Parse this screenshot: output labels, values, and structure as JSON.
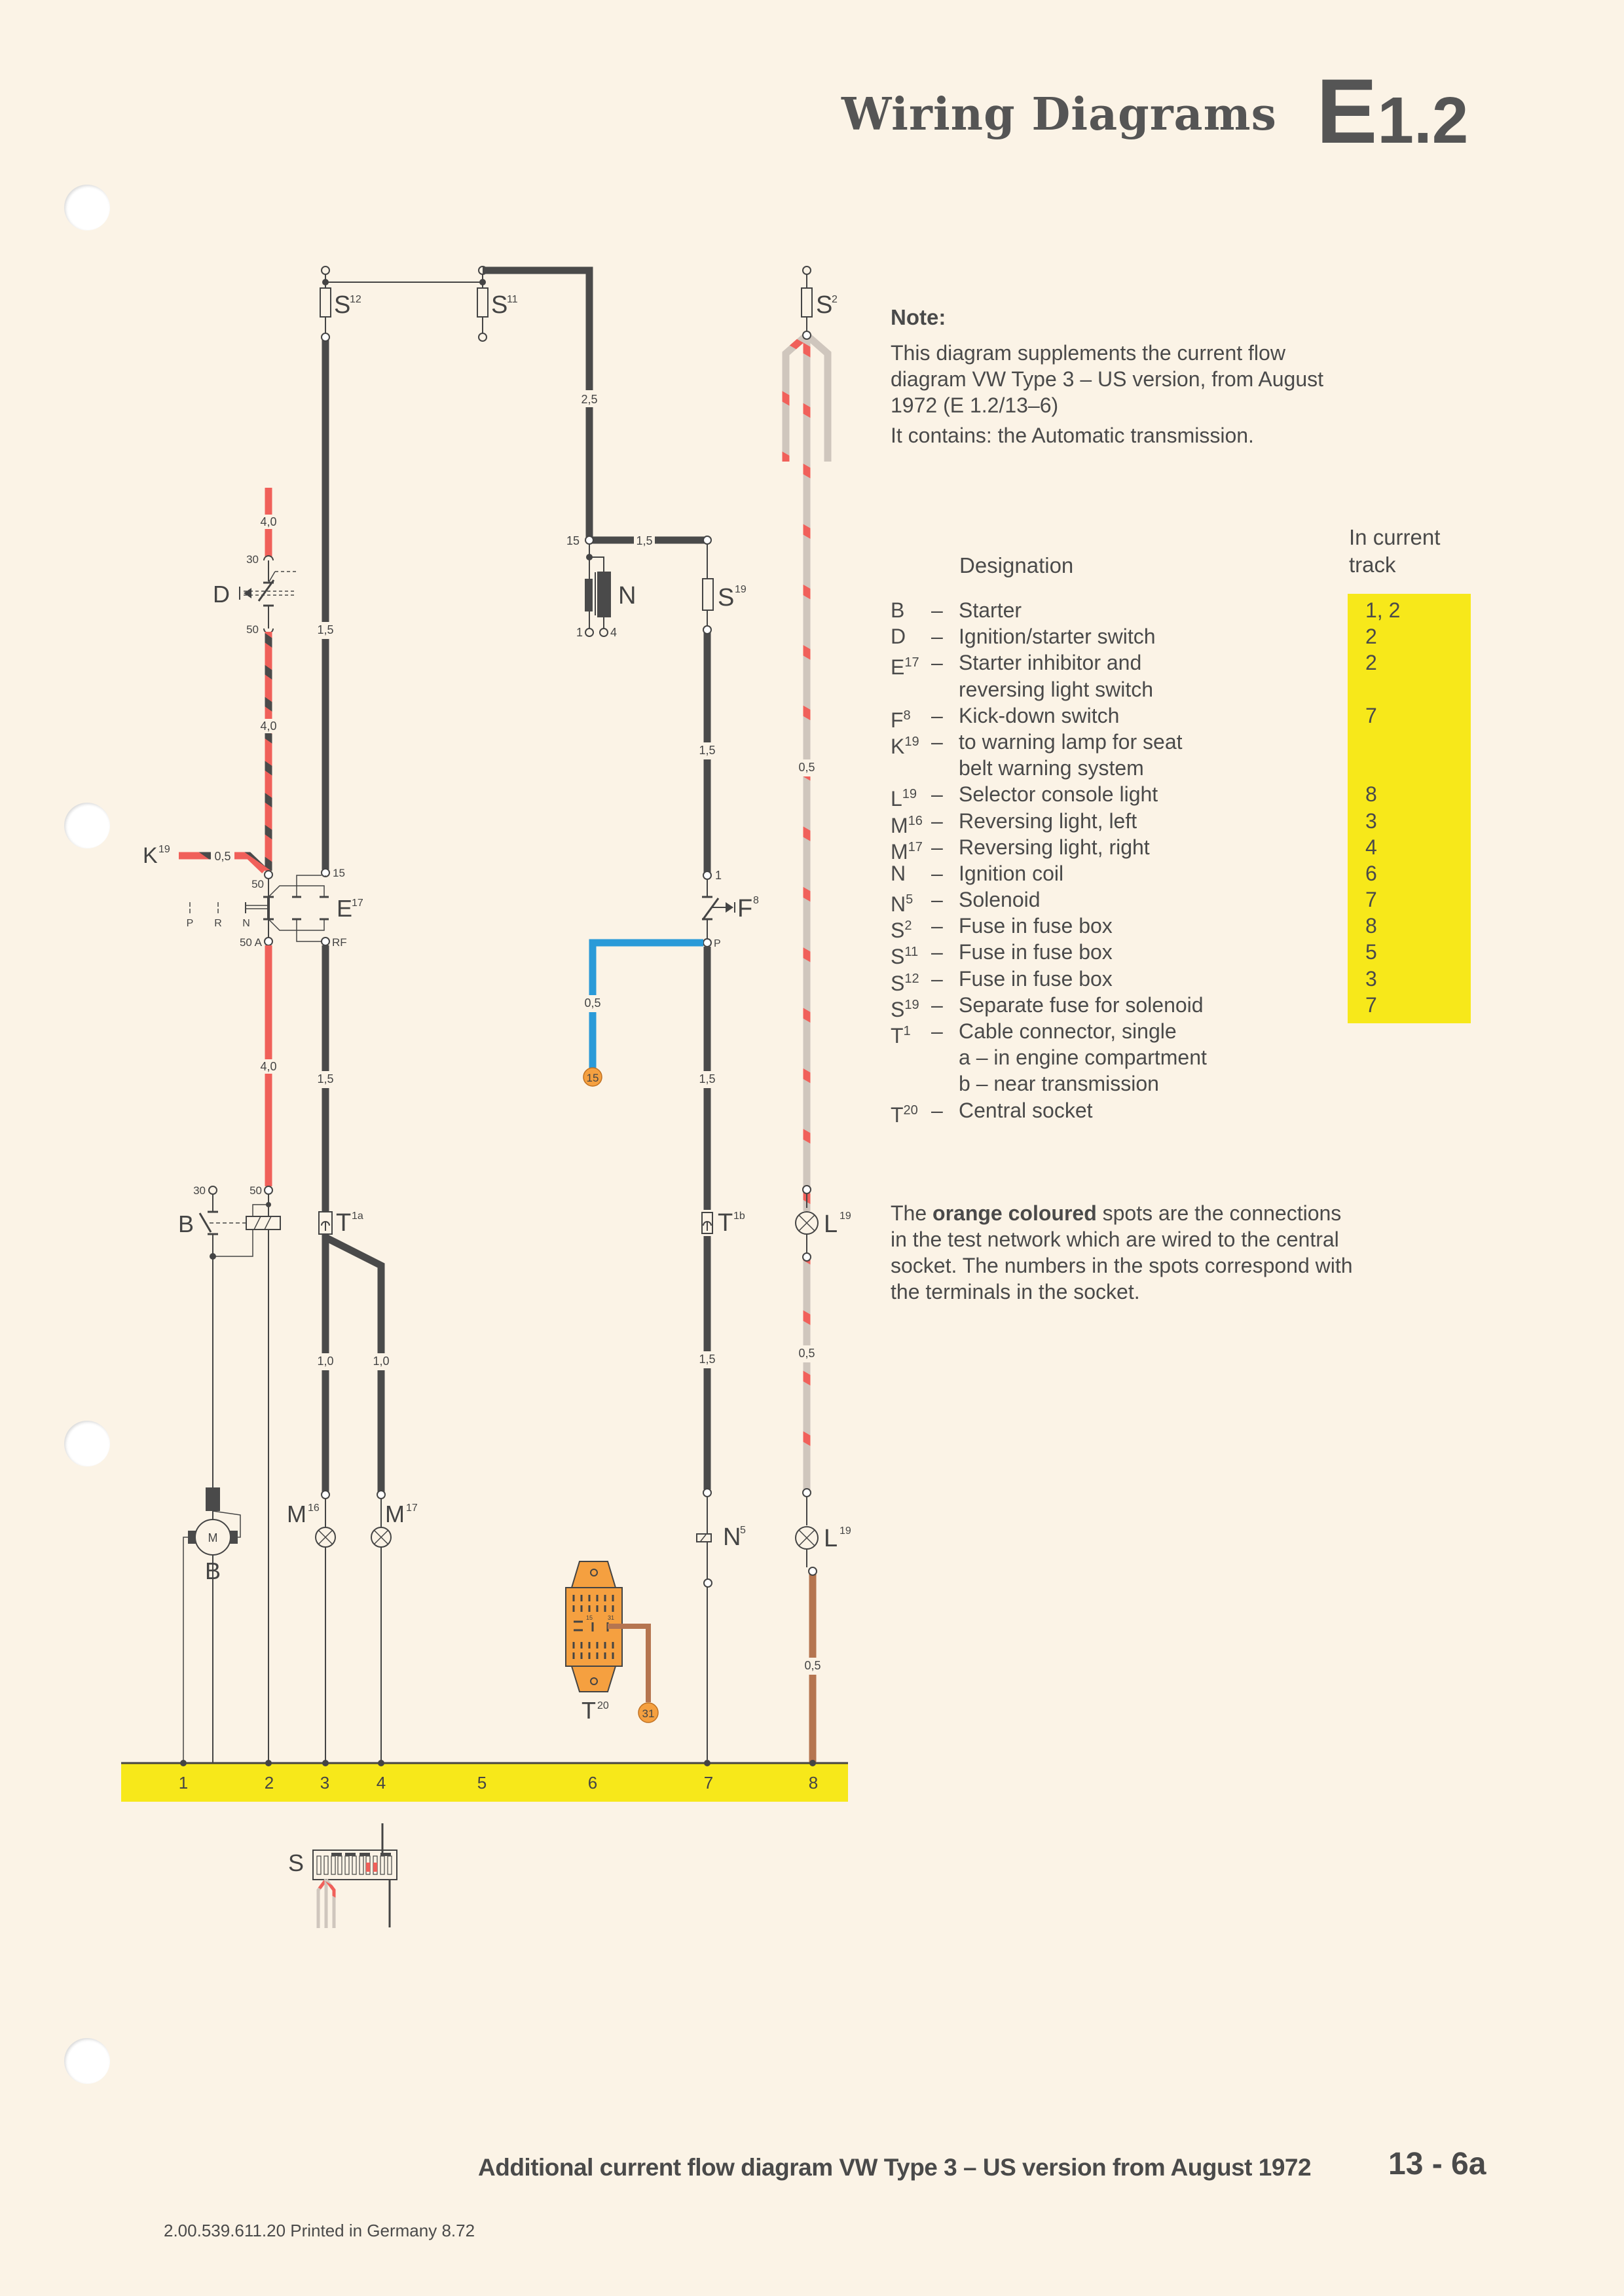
{
  "header": {
    "title": "Wiring Diagrams",
    "section_letter": "E",
    "section_number": "1.2"
  },
  "note": {
    "heading": "Note:",
    "paragraph_1": "This diagram supplements the current flow diagram VW Type 3 – US version, from August 1972 (E 1.2/13–6)",
    "paragraph_2": "It contains: the Automatic transmission."
  },
  "legend": {
    "designation_header": "Designation",
    "track_header_line1": "In current",
    "track_header_line2": "track",
    "rows": [
      {
        "code": "B",
        "sup": "",
        "desc": "Starter",
        "track": "1, 2"
      },
      {
        "code": "D",
        "sup": "",
        "desc": "Ignition/starter switch",
        "track": "2"
      },
      {
        "code": "E",
        "sup": "17",
        "desc": "Starter inhibitor and",
        "track": "2"
      },
      {
        "code": "",
        "sup": "",
        "desc": "reversing light switch",
        "track": ""
      },
      {
        "code": "F",
        "sup": "8",
        "desc": "Kick-down switch",
        "track": "7"
      },
      {
        "code": "K",
        "sup": "19",
        "desc": "to warning lamp for seat",
        "track": ""
      },
      {
        "code": "",
        "sup": "",
        "desc": "belt warning system",
        "track": ""
      },
      {
        "code": "L",
        "sup": "19",
        "desc": "Selector console light",
        "track": "8"
      },
      {
        "code": "M",
        "sup": "16",
        "desc": "Reversing light, left",
        "track": "3"
      },
      {
        "code": "M",
        "sup": "17",
        "desc": "Reversing light, right",
        "track": "4"
      },
      {
        "code": "N",
        "sup": "",
        "desc": "Ignition coil",
        "track": "6"
      },
      {
        "code": "N",
        "sup": "5",
        "desc": "Solenoid",
        "track": "7"
      },
      {
        "code": "S",
        "sup": "2",
        "desc": "Fuse in fuse box",
        "track": "8"
      },
      {
        "code": "S",
        "sup": "11",
        "desc": "Fuse in fuse box",
        "track": "5"
      },
      {
        "code": "S",
        "sup": "12",
        "desc": "Fuse in fuse box",
        "track": "3"
      },
      {
        "code": "S",
        "sup": "19",
        "desc": "Separate fuse for solenoid",
        "track": "7"
      },
      {
        "code": "T",
        "sup": "1",
        "desc": "Cable connector, single",
        "track": ""
      },
      {
        "code": "",
        "sup": "",
        "desc": "a – in engine compartment",
        "track": ""
      },
      {
        "code": "",
        "sup": "",
        "desc": "b – near transmission",
        "track": ""
      },
      {
        "code": "T",
        "sup": "20",
        "desc": "Central socket",
        "track": ""
      }
    ]
  },
  "info": {
    "prefix": "The ",
    "bold": "orange coloured",
    "suffix": " spots are the connections in the test network which are wired to the central socket. The numbers in the spots correspond with the terminals in the socket."
  },
  "footer": {
    "title": "Additional current flow diagram VW Type 3 – US version from August 1972",
    "page": "13 - 6a",
    "print_code": "2.00.539.611.20 Printed in Germany 8.72"
  },
  "colors": {
    "paper": "#fbf3e6",
    "wire_black": "#4a4a4a",
    "wire_red": "#f0605a",
    "wire_grey": "#cfc6bd",
    "wire_blue": "#2a9ad8",
    "wire_brown": "#b57550",
    "track_yellow": "#f7e81a",
    "test_point_orange": "#f5a040"
  },
  "diagram": {
    "components": {
      "S12": {
        "letter": "S",
        "sup": "12"
      },
      "S11": {
        "letter": "S",
        "sup": "11"
      },
      "S2": {
        "letter": "S",
        "sup": "2"
      },
      "S19": {
        "letter": "S",
        "sup": "19"
      },
      "N": {
        "letter": "N",
        "terminal_1": "1",
        "terminal_4": "4",
        "terminal_15": "15"
      },
      "D": {
        "letter": "D",
        "terminal_30": "30",
        "terminal_50": "50"
      },
      "K19": {
        "letter": "K",
        "sup": "19"
      },
      "E17": {
        "letter": "E",
        "sup": "17",
        "terminal_50": "50",
        "terminal_50A": "50 A",
        "terminal_15": "15",
        "terminal_RF": "RF",
        "pos_P": "P",
        "pos_R": "R",
        "pos_N": "N"
      },
      "F8": {
        "letter": "F",
        "sup": "8",
        "terminal_1": "1",
        "terminal_P": "P"
      },
      "B_relay": {
        "letter": "B",
        "terminal_30": "30",
        "terminal_50": "50"
      },
      "T1a": {
        "letter": "T",
        "sup": "1a"
      },
      "T1b": {
        "letter": "T",
        "sup": "1b"
      },
      "L19_top": {
        "letter": "L",
        "sup": "19"
      },
      "L19_bottom": {
        "letter": "L",
        "sup": "19"
      },
      "M16": {
        "letter": "M",
        "sup": "16"
      },
      "M17": {
        "letter": "M",
        "sup": "17"
      },
      "N5": {
        "letter": "N",
        "sup": "5"
      },
      "B_motor": {
        "letter": "B",
        "motor": "M"
      },
      "T20": {
        "letter": "T",
        "sup": "20",
        "pin_15": "15",
        "pin_31": "31"
      },
      "fusebox": {
        "letter": "S"
      }
    },
    "wire_sizes": {
      "s11_out": "2,5",
      "coil_to_s19": "1,5",
      "s12_out": "1,5",
      "red_top": "4,0",
      "red_mid": "4,0",
      "red_low": "4,0",
      "k19": "0,5",
      "rf_out": "1,5",
      "m16": "1,0",
      "m17": "1,0",
      "s19_out": "1,5",
      "f8_out": "1,5",
      "n5_in": "1,5",
      "blue": "0,5",
      "l19_top": "0,5",
      "l19_mid": "0,5",
      "l19_brown": "0,5"
    },
    "test_points": {
      "blue": "15",
      "ground": "31"
    },
    "tracks": [
      "1",
      "2",
      "3",
      "4",
      "5",
      "6",
      "7",
      "8"
    ]
  }
}
